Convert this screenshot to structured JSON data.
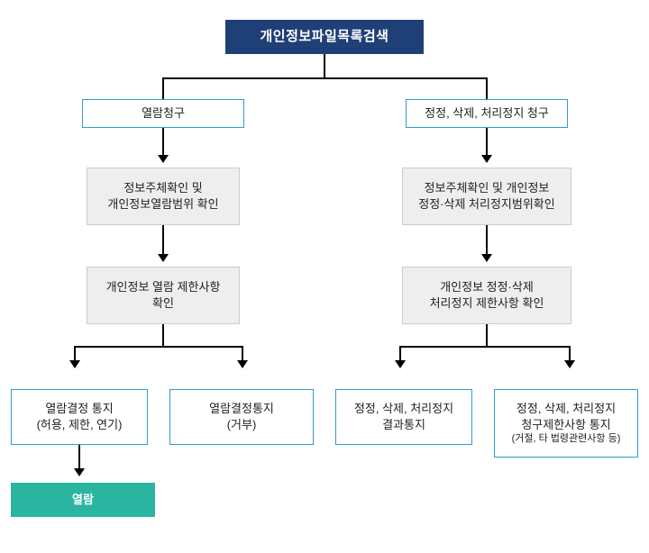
{
  "diagram": {
    "title_node": {
      "label": "개인정보파일목록검색"
    },
    "branch_left": {
      "label": "열람청구"
    },
    "branch_right": {
      "label": "정정, 삭제, 처리정지 청구"
    },
    "left_step1": {
      "line1": "정보주체확인 및",
      "line2": "개인정보열람범위 확인"
    },
    "right_step1": {
      "line1": "정보주체확인 및 개인정보",
      "line2": "정정·삭제 처리정지범위확인"
    },
    "left_step2": {
      "line1": "개인정보 열람 제한사항",
      "line2": "확인"
    },
    "right_step2": {
      "line1": "개인정보 정정·삭제",
      "line2": "처리정지 제한사항 확인"
    },
    "result_1": {
      "line1": "열람결정 통지",
      "line2": "(허용, 제한, 연기)"
    },
    "result_2": {
      "line1": "열람결정통지",
      "line2": "(거부)"
    },
    "result_3": {
      "line1": "정정, 삭제, 처리정지",
      "line2": "결과통지"
    },
    "result_4": {
      "line1": "정정, 삭제, 처리정지",
      "line2": "청구제한사항 통지",
      "line3": "(거절, 타 법령관련사항 등)"
    },
    "final": {
      "label": "열람"
    },
    "colors": {
      "title_bg": "#1f3f77",
      "outline_border": "#2f9bd4",
      "gray_bg": "#eeeeee",
      "teal_bg": "#2ab5a0",
      "connector": "#000000"
    }
  }
}
